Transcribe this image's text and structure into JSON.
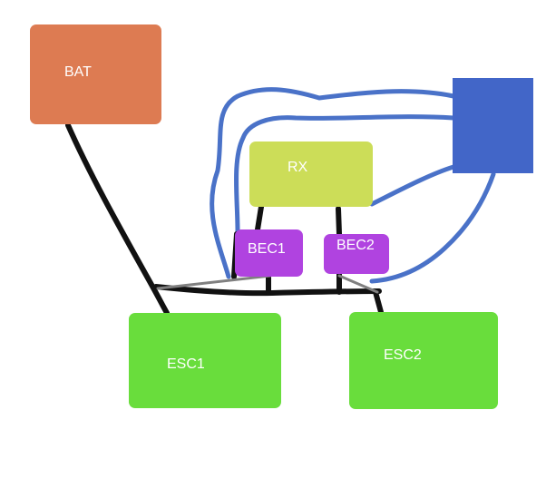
{
  "blocks": {
    "bat": {
      "label": "BAT",
      "color": "#dd7b52"
    },
    "rx": {
      "label": "RX",
      "color": "#ccdd58"
    },
    "bec1": {
      "label": "BEC1",
      "color": "#b043e0"
    },
    "bec2": {
      "label": "BEC2",
      "color": "#b043e0"
    },
    "esc1": {
      "label": "ESC1",
      "color": "#69dd3c"
    },
    "esc2": {
      "label": "ESC2",
      "color": "#69dd3c"
    },
    "blue": {
      "label": "",
      "color": "#4266c8"
    }
  },
  "wire_colors": {
    "power": "#111111",
    "signal": "#4a72c8",
    "bridge": "#808080"
  }
}
